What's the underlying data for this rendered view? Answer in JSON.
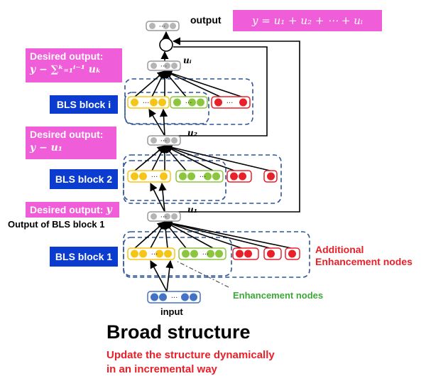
{
  "output_label": "output",
  "output_equation": "y = u₁ + u₂ + ⋯ + uᵢ",
  "desired_outputs": [
    {
      "title": "Desired output:",
      "formula": "y − ∑ᵏ₌₁ⁱ⁻¹ uₖ"
    },
    {
      "title": "Desired output:",
      "formula": "y − u₁"
    },
    {
      "title": "Desired output:",
      "formula": "y"
    }
  ],
  "output_of_block1": "Output of BLS block 1",
  "bls_blocks": [
    "BLS block i",
    "BLS block 2",
    "BLS block 1"
  ],
  "u_labels": [
    "uᵢ",
    "u₂",
    "u₁"
  ],
  "input_label": "input",
  "enhancement_label": "Enhancement nodes",
  "additional_label_line1": "Additional",
  "additional_label_line2": "Enhancement nodes",
  "title": "Broad structure",
  "subtitle_line1": "Update the structure dynamically",
  "subtitle_line2": "in an incremental way",
  "dots": "···",
  "colors": {
    "feature": "#f5c518",
    "enhancement": "#8cc63f",
    "additional": "#e8202a",
    "input": "#4472c4",
    "output_node": "#b5b5b5",
    "bls": "#0b3ccf",
    "pink": "#f05dd8",
    "dash": "#2f5597"
  }
}
